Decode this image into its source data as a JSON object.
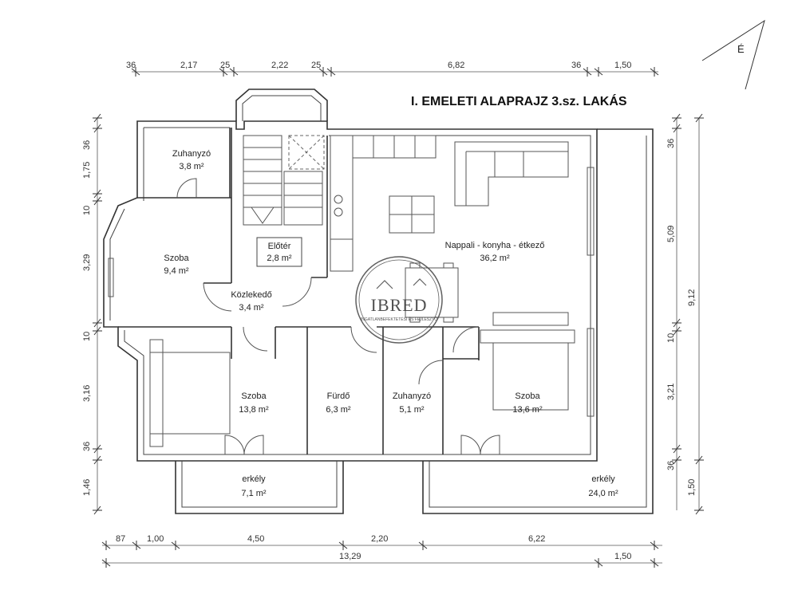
{
  "title": "I. EMELETI ALAPRAJZ  3.sz. LAKÁS",
  "north_label": "É",
  "rooms": [
    {
      "name": "Zuhanyzó",
      "area": "3,8 m²"
    },
    {
      "name": "Szoba",
      "area": "9,4 m²"
    },
    {
      "name": "Előtér",
      "area": "2,8 m²"
    },
    {
      "name": "Közlekedő",
      "area": "3,4 m²"
    },
    {
      "name": "Nappali - konyha - étkező",
      "area": "36,2 m²"
    },
    {
      "name": "Szoba",
      "area": "13,8 m²"
    },
    {
      "name": "Fürdő",
      "area": "6,3 m²"
    },
    {
      "name": "Zuhanyzó",
      "area": "5,1 m²"
    },
    {
      "name": "Szoba",
      "area": "13,6 m²"
    },
    {
      "name": "erkély",
      "area": "7,1 m²"
    },
    {
      "name": "erkély",
      "area": "24,0 m²"
    }
  ],
  "dims_top": [
    "36",
    "2,17",
    "25",
    "2,22",
    "25",
    "6,82",
    "36",
    "1,50"
  ],
  "dims_left": [
    "36",
    "1,75",
    "10",
    "3,29",
    "10",
    "3,16",
    "36",
    "1,46"
  ],
  "dims_right_inner": [
    "36",
    "5,09",
    "10",
    "3,21",
    "36"
  ],
  "dims_right_outer": [
    "9,12",
    "1,50"
  ],
  "dims_bottom1": [
    "87",
    "1,00",
    "4,50",
    "2,20",
    "6,22"
  ],
  "dims_bottom2": [
    "13,29",
    "1,50"
  ],
  "watermark": {
    "brand": "IBRED",
    "tagline": "INGATLANBEFEKTETÉSI ÉS FEJLESZTŐ"
  }
}
